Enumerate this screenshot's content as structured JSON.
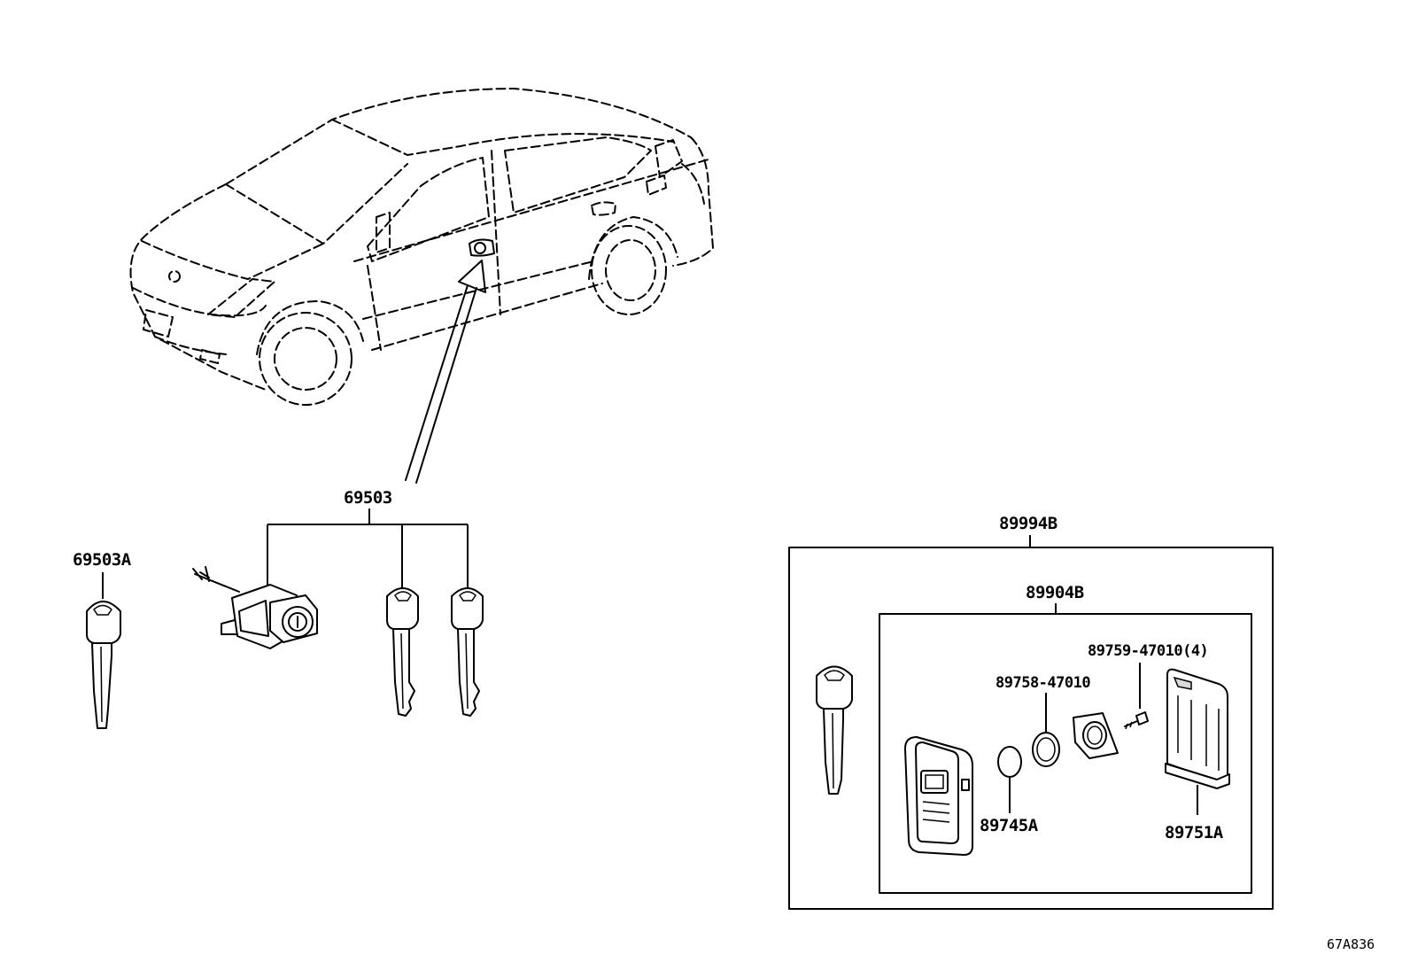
{
  "diagram": {
    "code": "67A836",
    "labels": {
      "lock_cylinder_set": "69503",
      "key_blank": "69503A",
      "electrical_key_set": "89994B",
      "transmitter_assy": "89904B",
      "o_ring": "89758-47010",
      "screw": "89759-47010(4)",
      "battery": "89745A",
      "case": "89751A"
    }
  }
}
